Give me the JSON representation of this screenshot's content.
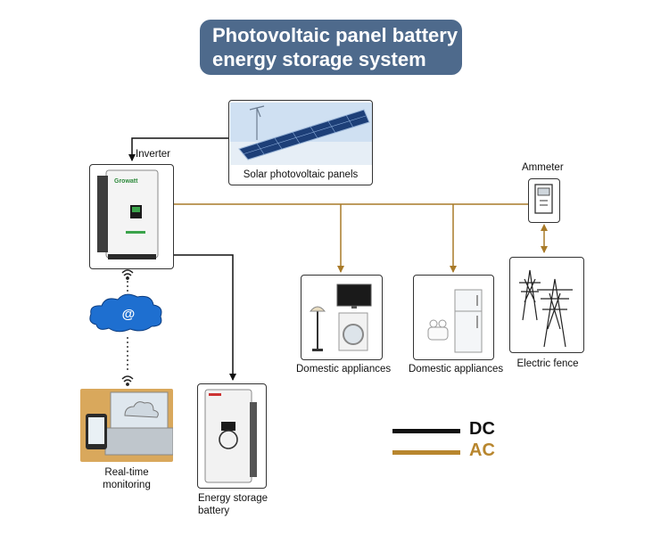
{
  "title": {
    "line1": "Photovoltaic panel battery",
    "line2": "energy storage system"
  },
  "labels": {
    "inverter": "Inverter",
    "solar": "Solar photovoltaic panels",
    "ammeter": "Ammeter",
    "appliances1": "Domestic appliances",
    "appliances2": "Domestic appliances",
    "fence": "Electric fence",
    "monitoring_line1": "Real-time",
    "monitoring_line2": "monitoring",
    "battery_line1": "Energy storage",
    "battery_line2": "battery"
  },
  "legend": [
    {
      "label": "DC",
      "color": "#111111"
    },
    {
      "label": "AC",
      "color": "#b8862e"
    }
  ],
  "cloud_symbol": "@",
  "inverter_brand": "Growatt"
}
